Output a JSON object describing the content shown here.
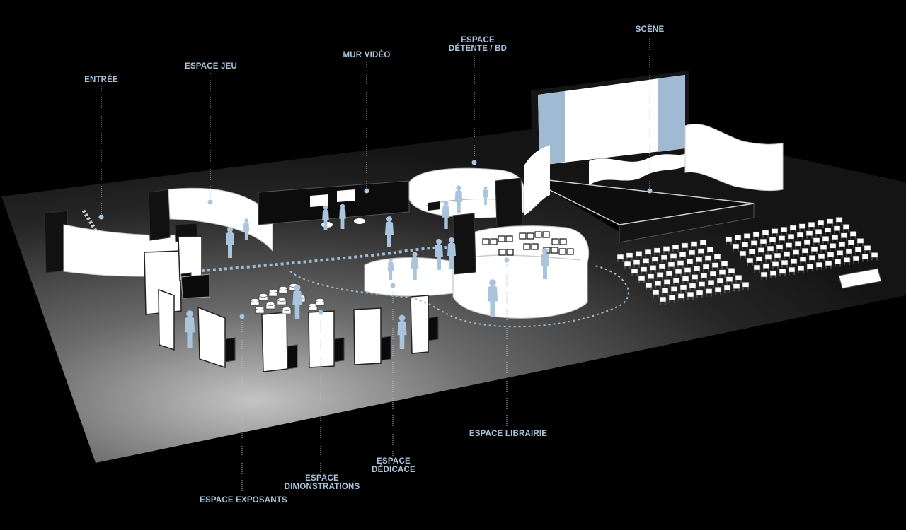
{
  "labels": {
    "entree": "ENTRÉE",
    "espace_jeu": "ESPACE JEU",
    "mur_video": "MUR VIDÉO",
    "detente_l1": "ESPACE",
    "detente_l2": "DÉTENTE / BD",
    "scene": "SCÈNE",
    "librairie": "ESPACE LIBRAIRIE",
    "dedicace_l1": "ESPACE",
    "dedicace_l2": "DÉDICACE",
    "demos_l1": "ESPACE",
    "demos_l2": "DIMONSTRATIONS",
    "exposants": "ESPACE EXPOSANTS"
  },
  "colors": {
    "background": "#000000",
    "accent": "#a9c4dc",
    "figure": "#a9c4dc",
    "wall": "#ffffff",
    "floor_light": "#bfbfbf",
    "floor_dark": "#1a1a1a"
  }
}
